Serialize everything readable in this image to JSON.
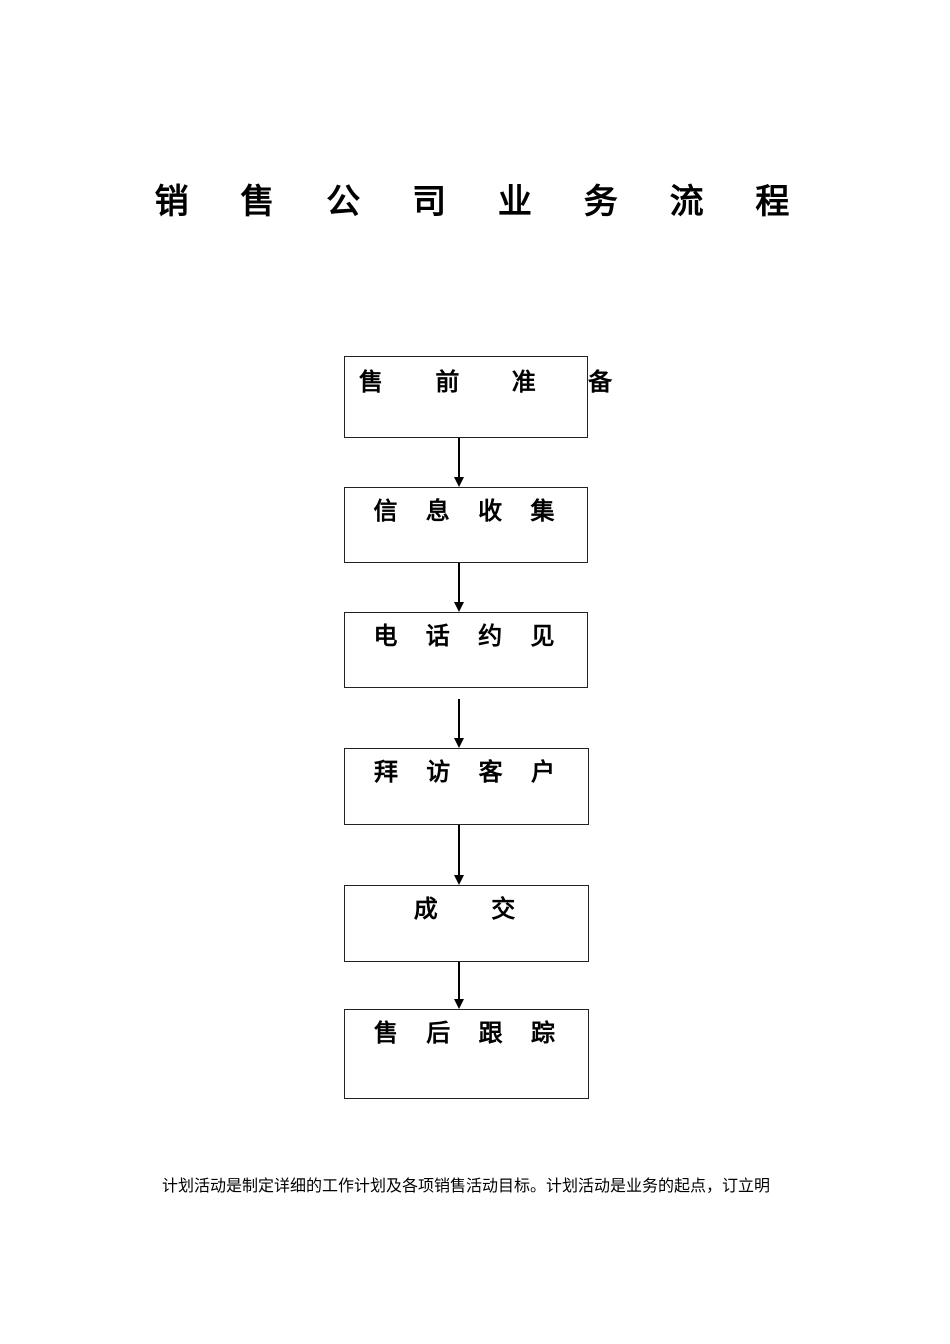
{
  "document": {
    "title": "销 售 公 司 业 务 流 程",
    "flowchart": {
      "steps": [
        {
          "label": "售 前 准 备"
        },
        {
          "label": "信 息 收 集"
        },
        {
          "label": "电 话 约 见"
        },
        {
          "label": "拜 访 客 户"
        },
        {
          "label": "成    交"
        },
        {
          "label": "售 后 跟 踪"
        }
      ]
    },
    "body_text": "计划活动是制定详细的工作计划及各项销售活动目标。计划活动是业务的起点，订立明"
  }
}
